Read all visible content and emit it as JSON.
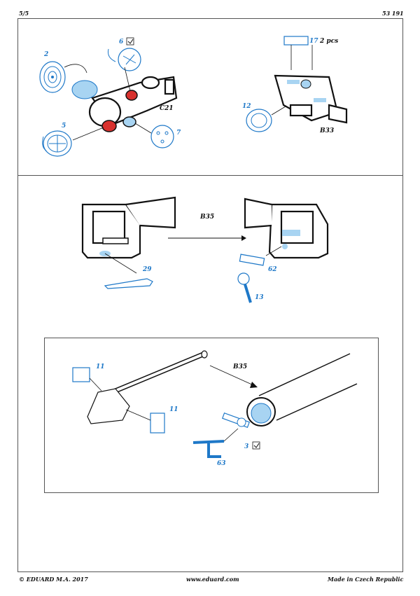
{
  "header": {
    "page": "5/5",
    "set_number": "53 191"
  },
  "footer": {
    "copyright": "© EDUARD  M.A. 2017",
    "website": "www.eduard.com",
    "origin": "Made in Czech Republic"
  },
  "colors": {
    "part_blue": "#1e78c8",
    "fill_blue": "#a8d4f2",
    "remove_red": "#d8312e",
    "line": "#111111"
  },
  "step1": {
    "parts": [
      "2",
      "6",
      "5",
      "7",
      "C21"
    ],
    "icons": [
      "bend-icon"
    ]
  },
  "step2": {
    "parts": [
      "17",
      "12",
      "B33"
    ],
    "quantity": "2 pcs"
  },
  "step3": {
    "parts": [
      "B35",
      "29",
      "62",
      "13"
    ]
  },
  "step4": {
    "parts": [
      "11",
      "11",
      "B35",
      "3",
      "63"
    ],
    "icons": [
      "bend-icon"
    ]
  }
}
